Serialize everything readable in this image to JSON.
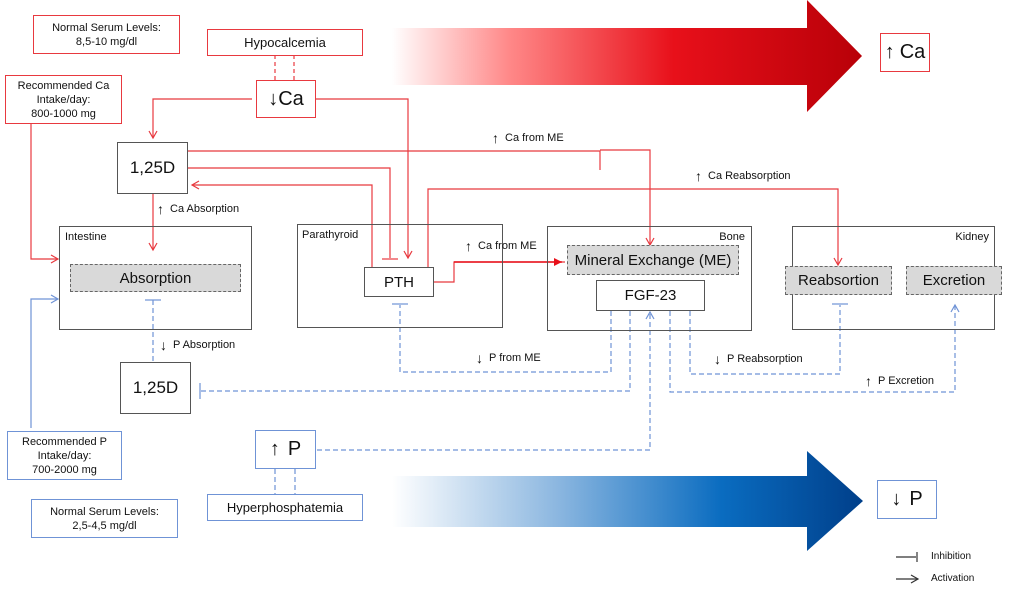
{
  "calcium": {
    "serum_levels": {
      "title": "Normal Serum Levels:",
      "value": "8,5-10 mg/dl"
    },
    "intake": {
      "line1": "Recommended Ca",
      "line2": "Intake/day:",
      "line3": "800-1000 mg"
    },
    "condition": "Hypocalcemia",
    "low": {
      "arrow": "↓",
      "label": "Ca"
    },
    "high": {
      "arrow": "↑",
      "label": "Ca"
    },
    "color": "#e8393f"
  },
  "phosphate": {
    "serum_levels": {
      "title": "Normal Serum Levels:",
      "value": "2,5-4,5 mg/dl"
    },
    "intake": {
      "line1": "Recommended P",
      "line2": "Intake/day:",
      "line3": "700-2000 mg"
    },
    "condition": "Hyperphosphatemia",
    "high": {
      "arrow": "↑",
      "label": "P"
    },
    "low": {
      "arrow": "↓",
      "label": "P"
    },
    "color": "#6f93d6"
  },
  "nodes": {
    "vitd_top": "1,25D",
    "vitd_bottom": "1,25D",
    "pth": "PTH",
    "fgf23": "FGF-23"
  },
  "organs": {
    "intestine": {
      "label": "Intestine",
      "process": "Absorption"
    },
    "parathyroid": {
      "label": "Parathyroid"
    },
    "bone": {
      "label": "Bone",
      "process": "Mineral Exchange (ME)"
    },
    "kidney": {
      "label": "Kidney",
      "process1": "Reabsortion",
      "process2": "Excretion"
    }
  },
  "annotations": {
    "ca_absorption": {
      "arrow": "↑",
      "text": "Ca Absorption"
    },
    "ca_from_me_top": {
      "arrow": "↑",
      "text": "Ca from ME"
    },
    "ca_reabsorption": {
      "arrow": "↑",
      "text": "Ca Reabsorption"
    },
    "ca_from_me_pth": {
      "arrow": "↑",
      "text": "Ca from ME"
    },
    "p_absorption": {
      "arrow": "↓",
      "text": "P Absorption"
    },
    "p_from_me": {
      "arrow": "↓",
      "text": "P from ME"
    },
    "p_reabsorption": {
      "arrow": "↓",
      "text": "P Reabsorption"
    },
    "p_excretion": {
      "arrow": "↑",
      "text": "P Excretion"
    }
  },
  "legend": {
    "inhibition": "Inhibition",
    "activation": "Activation"
  }
}
